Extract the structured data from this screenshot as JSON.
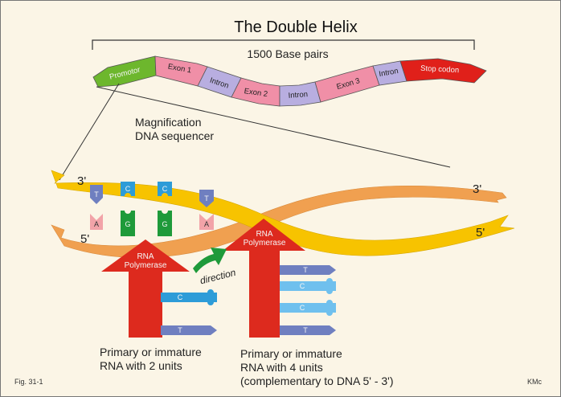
{
  "title": "The Double Helix",
  "length_label": "1500 Base pairs",
  "gene_segments": [
    {
      "label": "Promotor",
      "color": "#6db72d"
    },
    {
      "label": "Exon  1",
      "color": "#f08fa7"
    },
    {
      "label": "Intron",
      "color": "#b8aee0"
    },
    {
      "label": "Exon 2",
      "color": "#f08fa7"
    },
    {
      "label": "Intron",
      "color": "#b8aee0"
    },
    {
      "label": "Exon 3",
      "color": "#f08fa7"
    },
    {
      "label": "Intron",
      "color": "#b8aee0"
    },
    {
      "label": "Stop codon",
      "color": "#e0201a"
    }
  ],
  "magnification_label": {
    "line1": "Magnification",
    "line2": "DNA sequencer"
  },
  "strand_ends": {
    "top_left": "3'",
    "top_right": "3'",
    "bottom_left": "5'",
    "bottom_right": "5'"
  },
  "dna_bases_top": [
    "T",
    "C",
    "C",
    "T"
  ],
  "dna_bases_bottom": [
    "A",
    "G",
    "G",
    "A"
  ],
  "polymerase_label": {
    "line1": "RNA",
    "line2": "Polymerase"
  },
  "direction_label": "direction",
  "rna_bases_left": [
    "C",
    "T"
  ],
  "rna_bases_right": [
    "T",
    "C",
    "C",
    "T"
  ],
  "caption_left": {
    "line1": "Primary or immature",
    "line2": "RNA with 2 units"
  },
  "caption_right": {
    "line1": "Primary or immature",
    "line2": "RNA with 4 units",
    "line3": "(complementary to DNA 5' - 3')"
  },
  "fig_label": "Fig. 31-1",
  "author_label": "KMc",
  "colors": {
    "background": "#fbf5e6",
    "yellow_strand": "#f7c300",
    "orange_strand": "#f0a050",
    "polymerase": "#dd2a1e",
    "green_arrow": "#1e9a3a",
    "base_T": "#6f7fc0",
    "base_C": "#2d9cd8",
    "base_C_light": "#6fc0ee",
    "base_G": "#1e9a3a",
    "base_A": "#f2a3a8"
  }
}
